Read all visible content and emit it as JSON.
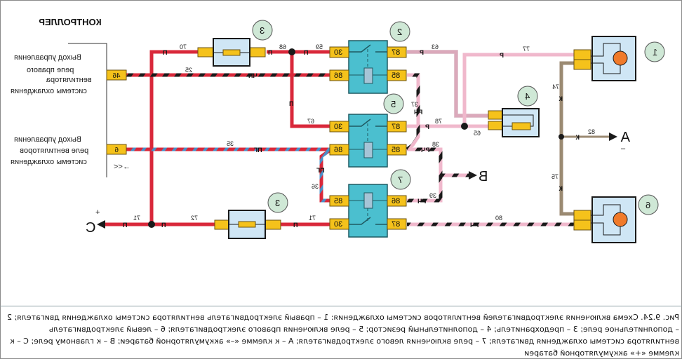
{
  "controller": {
    "title": "КОНТРОЛЛЕР",
    "output1_lines": [
      "Выход управления",
      "реле правого",
      "вентилятора",
      "системы охлаждения"
    ],
    "output2_lines": [
      "Выход управления",
      "реле вентиляторов",
      "системы охлаждения"
    ],
    "pin_46": "46",
    "pin_6": "6",
    "connector_symbol": "→<<"
  },
  "components": {
    "fuse_top": "3",
    "fuse_bottom": "3",
    "relay_2": "2",
    "relay_5": "5",
    "relay_7": "7",
    "resistor_4": "4",
    "motor_1": "1",
    "motor_6": "6"
  },
  "relay_pins": {
    "r2": [
      "30",
      "87",
      "86",
      "85"
    ],
    "r5": [
      "30",
      "87",
      "86",
      "85"
    ],
    "r7": [
      "85",
      "86",
      "30",
      "87"
    ]
  },
  "wires": {
    "w70": "70",
    "w68": "68",
    "w59": "59",
    "w63": "63",
    "w77": "77",
    "w25": "25",
    "w37": "37",
    "w67": "67",
    "w78": "78",
    "w65": "65",
    "w74": "74",
    "w82": "82",
    "w35": "35",
    "w38": "38",
    "w36": "36",
    "w39": "39",
    "w75": "75",
    "w71a": "71",
    "w72": "72",
    "w71b": "71",
    "w80": "80",
    "c_P": "П",
    "c_R": "Р",
    "c_ChP": "ЧП",
    "c_RCh": "РЧ",
    "c_PG": "ПГ",
    "c_K": "К"
  },
  "terminals": {
    "A": "A",
    "A_sign": "–",
    "B": "B",
    "C": "C",
    "C_sign": "+"
  },
  "caption": "Рис. 9.24. Схема включения электродвигателей вентиляторов системы охлаждения: 1 – правый электродвигатель вентилятора системы охлаждения двигателя; 2 – дополнительное реле; 3 – предохранитель; 4 – дополнительный резистор; 5 – реле включения правого электродвигателя; 6 – левый электродвигатель вентилятора системы охлаждения двигателя; 7 – реле включения левого электродвигателя; A – к клемме «–» аккумуляторной батареи; B – к главному реле; C – к клемме «+» аккумуляторной батареи",
  "colors": {
    "red_wire": "#d9283a",
    "pink_wire": "#f0b8cc",
    "black_stripe": "#1a1a1a",
    "blue_stripe": "#4a8fc8",
    "brown_wire": "#9b8a72",
    "relay_fill": "#4bbfcf",
    "pin_fill": "#f5c21b",
    "box_fill": "#cfe6f5",
    "badge_fill": "#cfe8d6",
    "motor_fill": "#f07a2a"
  }
}
